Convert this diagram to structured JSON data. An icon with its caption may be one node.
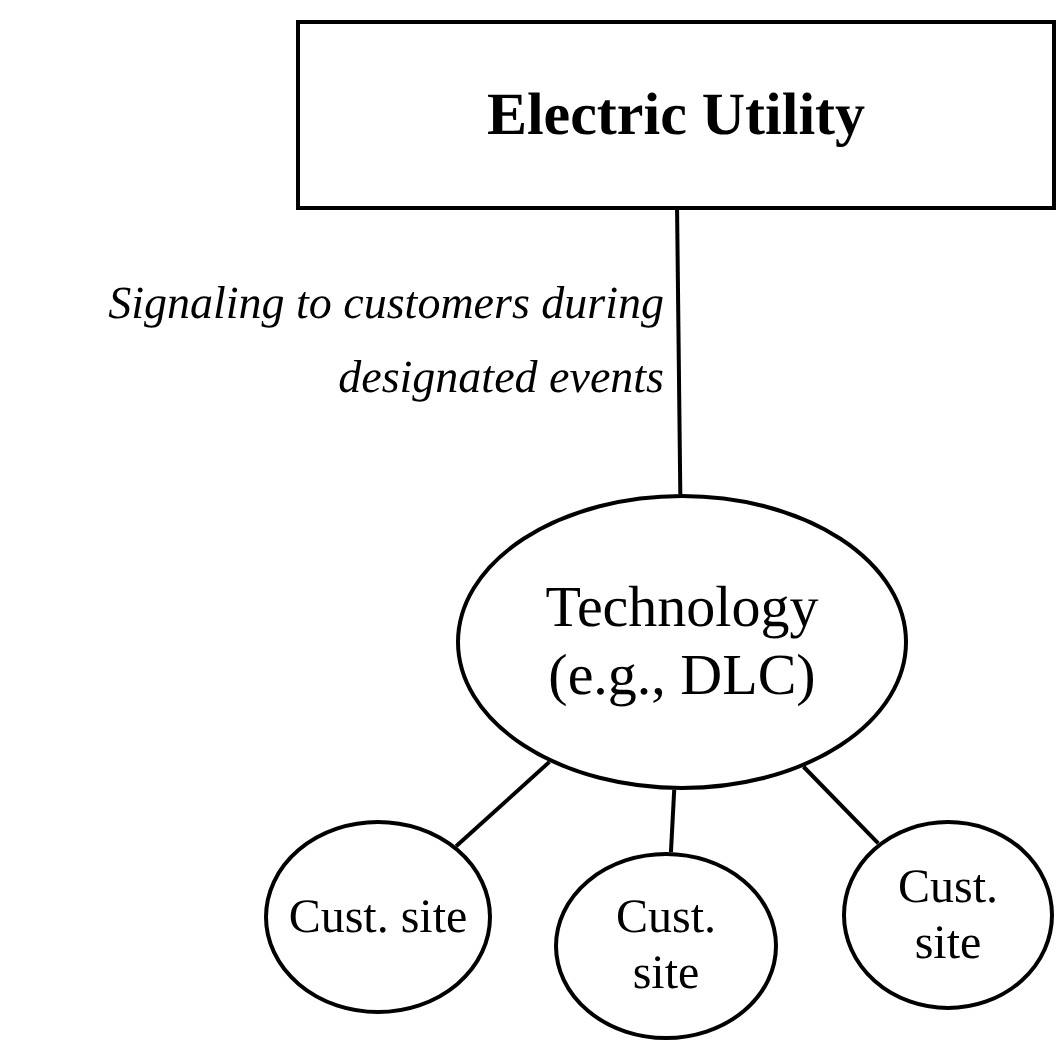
{
  "diagram": {
    "nodes": [
      {
        "text": [
          "Electric Utility"
        ]
      },
      {
        "text": [
          "Technology (e.g., DLC)"
        ]
      },
      {
        "text": [
          "Cust. site"
        ]
      },
      {
        "text": [
          "Cust. site"
        ]
      },
      {
        "text": [
          "Cust. site"
        ]
      }
    ],
    "edges": [
      {
        "from": 0,
        "to": 1,
        "arrow": "none",
        "label": "Signaling to customers during designated events"
      },
      {
        "from": 1,
        "to": 2,
        "arrow": "none"
      },
      {
        "from": 1,
        "to": 3,
        "arrow": "none"
      },
      {
        "from": 1,
        "to": 4,
        "arrow": "none"
      }
    ]
  }
}
